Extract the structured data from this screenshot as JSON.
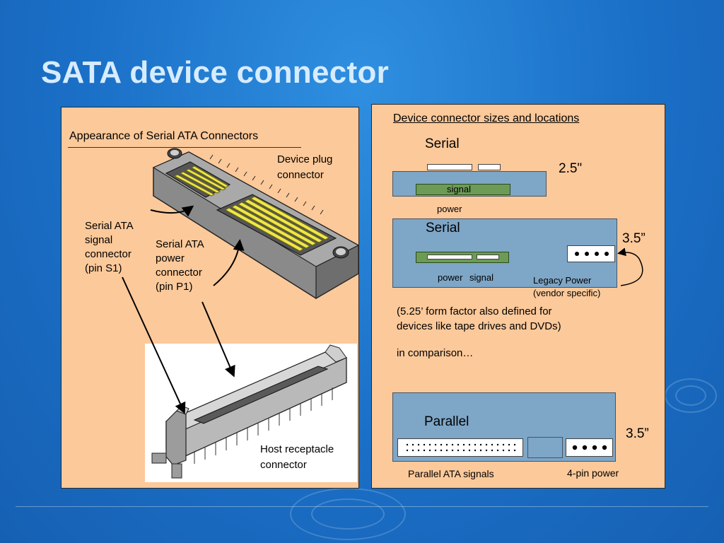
{
  "slide": {
    "title": "SATA device connector"
  },
  "left_panel": {
    "heading": "Appearance of Serial ATA Connectors",
    "device_plug_label": [
      "Device plug",
      "connector"
    ],
    "signal_connector_label": [
      "Serial ATA",
      "signal",
      "connector",
      "(pin S1)"
    ],
    "power_connector_label": [
      "Serial ATA",
      "power",
      "connector",
      "(pin P1)"
    ],
    "host_receptacle_label": [
      "Host receptacle",
      "connector"
    ]
  },
  "right_panel": {
    "heading": "Device connector sizes and locations",
    "serial_25": {
      "title": "Serial",
      "size": "2.5\"",
      "signal_label": "signal",
      "power_label": "power"
    },
    "serial_35": {
      "title": "Serial",
      "size": "3.5”",
      "power_label": "power",
      "signal_label": "signal",
      "legacy_label": [
        "Legacy Power",
        "(vendor specific)"
      ]
    },
    "note": [
      "(5.25’ form factor also defined for",
      "devices like tape drives and DVDs)"
    ],
    "comparison": "in comparison…",
    "parallel": {
      "title": "Parallel",
      "size": "3.5”",
      "signals_label": "Parallel ATA signals",
      "power_label": "4-pin power"
    }
  },
  "colors": {
    "background": "#1a6fc6",
    "title": "#d6ecff",
    "panel": "#fcc99a",
    "drive_body": "#7ea6c7",
    "connector_green": "#6c9b55"
  }
}
